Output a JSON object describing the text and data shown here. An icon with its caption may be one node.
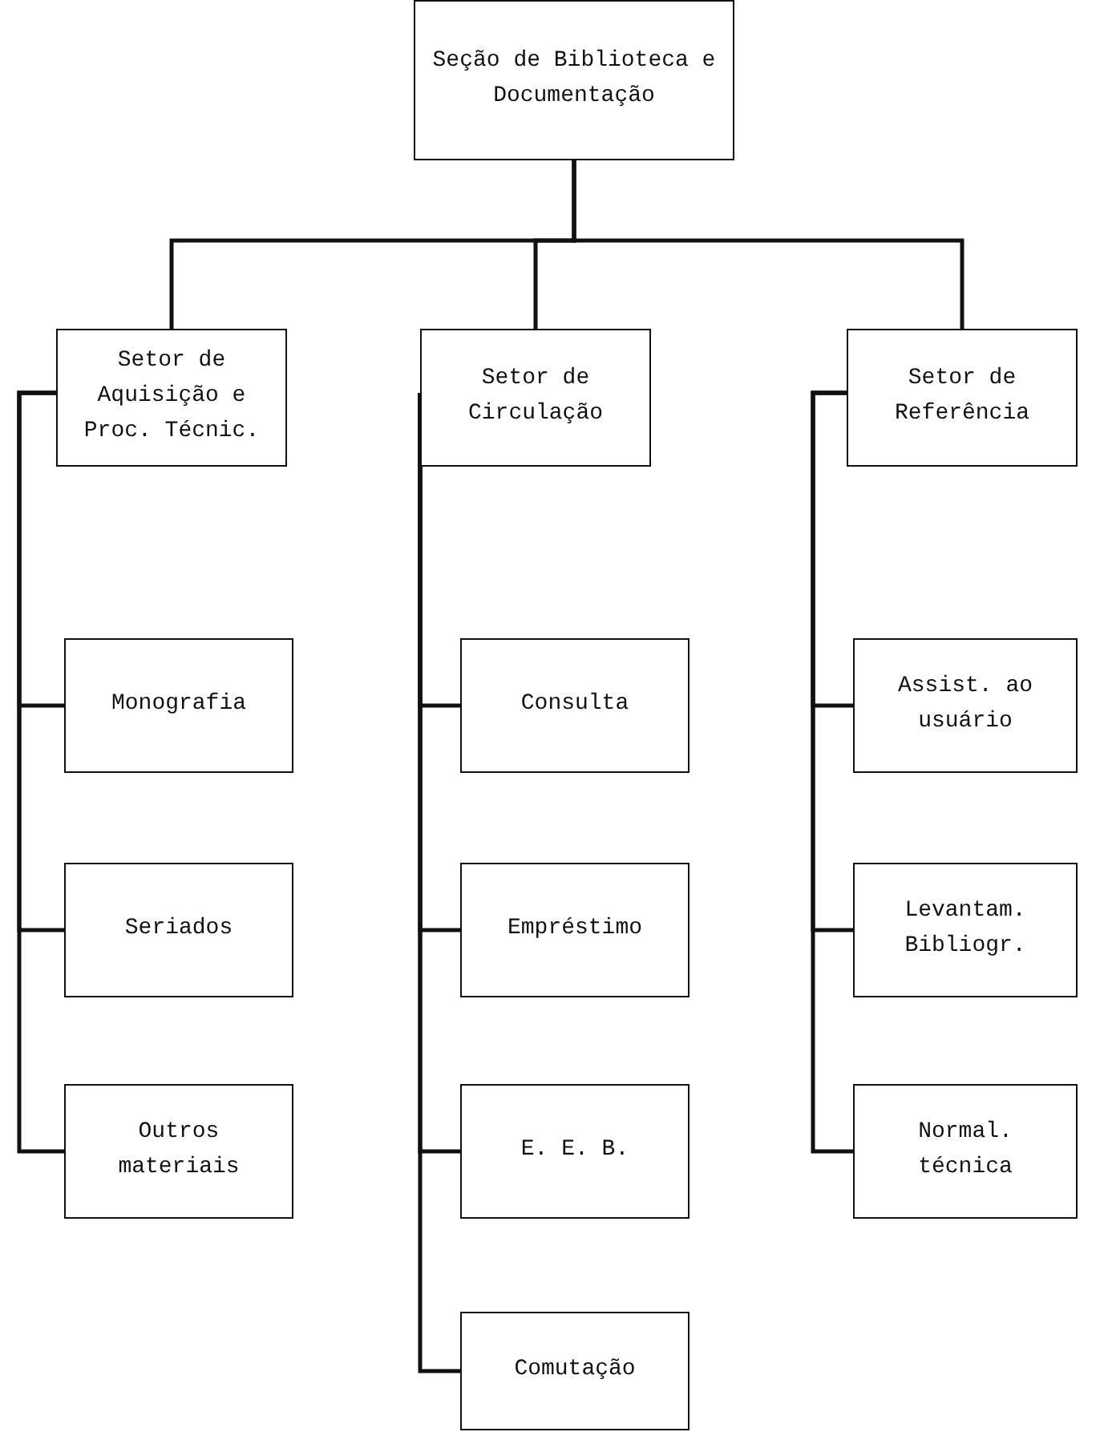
{
  "diagram": {
    "nodes": [
      {
        "text": [
          "Seção de Biblioteca e Documentação"
        ]
      },
      {
        "text": [
          "Setor de Aquisição e Proc. Técnic."
        ]
      },
      {
        "text": [
          "Setor de Circulação"
        ]
      },
      {
        "text": [
          "Setor de Referência"
        ]
      },
      {
        "text": [
          "Monografia"
        ]
      },
      {
        "text": [
          "Seriados"
        ]
      },
      {
        "text": [
          "Outros materiais"
        ]
      },
      {
        "text": [
          "Consulta"
        ]
      },
      {
        "text": [
          "Empréstimo"
        ]
      },
      {
        "text": [
          "E. E. B."
        ]
      },
      {
        "text": [
          "Comutação"
        ]
      },
      {
        "text": [
          "Assist. ao usuário"
        ]
      },
      {
        "text": [
          "Levantam. Bibliogr."
        ]
      },
      {
        "text": [
          "Normal. técnica"
        ]
      }
    ],
    "edges": [
      {
        "from": 0,
        "to": 1,
        "arrow": "none"
      },
      {
        "from": 0,
        "to": 2,
        "arrow": "none"
      },
      {
        "from": 0,
        "to": 3,
        "arrow": "none"
      },
      {
        "from": 1,
        "to": 4,
        "arrow": "none"
      },
      {
        "from": 1,
        "to": 5,
        "arrow": "none"
      },
      {
        "from": 1,
        "to": 6,
        "arrow": "none"
      },
      {
        "from": 2,
        "to": 7,
        "arrow": "none"
      },
      {
        "from": 2,
        "to": 8,
        "arrow": "none"
      },
      {
        "from": 2,
        "to": 9,
        "arrow": "none"
      },
      {
        "from": 2,
        "to": 10,
        "arrow": "none"
      },
      {
        "from": 3,
        "to": 11,
        "arrow": "none"
      },
      {
        "from": 3,
        "to": 12,
        "arrow": "none"
      },
      {
        "from": 3,
        "to": 13,
        "arrow": "none"
      }
    ]
  }
}
